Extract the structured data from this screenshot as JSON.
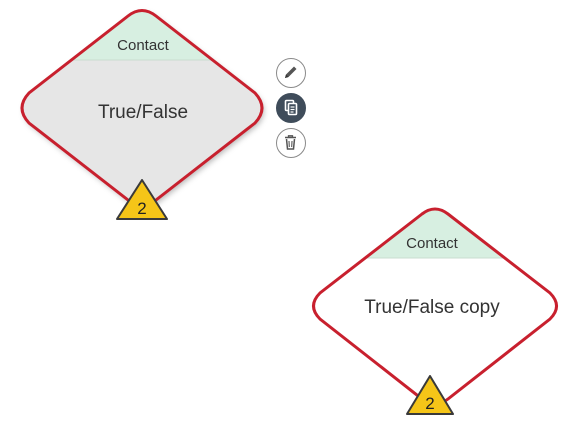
{
  "canvas": {
    "background": "#ffffff"
  },
  "colors": {
    "node_border": "#c8202e",
    "header_fill": "#d7efe1",
    "selected_body_fill": "#e6e6e6",
    "unselected_body_fill": "#ffffff",
    "badge_fill": "#f5c518",
    "badge_stroke": "#3a3a3a",
    "tool_border": "#8a8a8a",
    "tool_active_fill": "#3f4c5a"
  },
  "nodes": [
    {
      "id": "node-true-false",
      "category": "Contact",
      "title": "True/False",
      "badge_count": "2",
      "selected": true
    },
    {
      "id": "node-true-false-copy",
      "category": "Contact",
      "title": "True/False copy",
      "badge_count": "2",
      "selected": false
    }
  ],
  "toolbar": {
    "items": [
      {
        "name": "edit",
        "icon": "pencil-icon",
        "active": false
      },
      {
        "name": "duplicate",
        "icon": "copy-icon",
        "active": true
      },
      {
        "name": "delete",
        "icon": "trash-icon",
        "active": false
      }
    ]
  }
}
